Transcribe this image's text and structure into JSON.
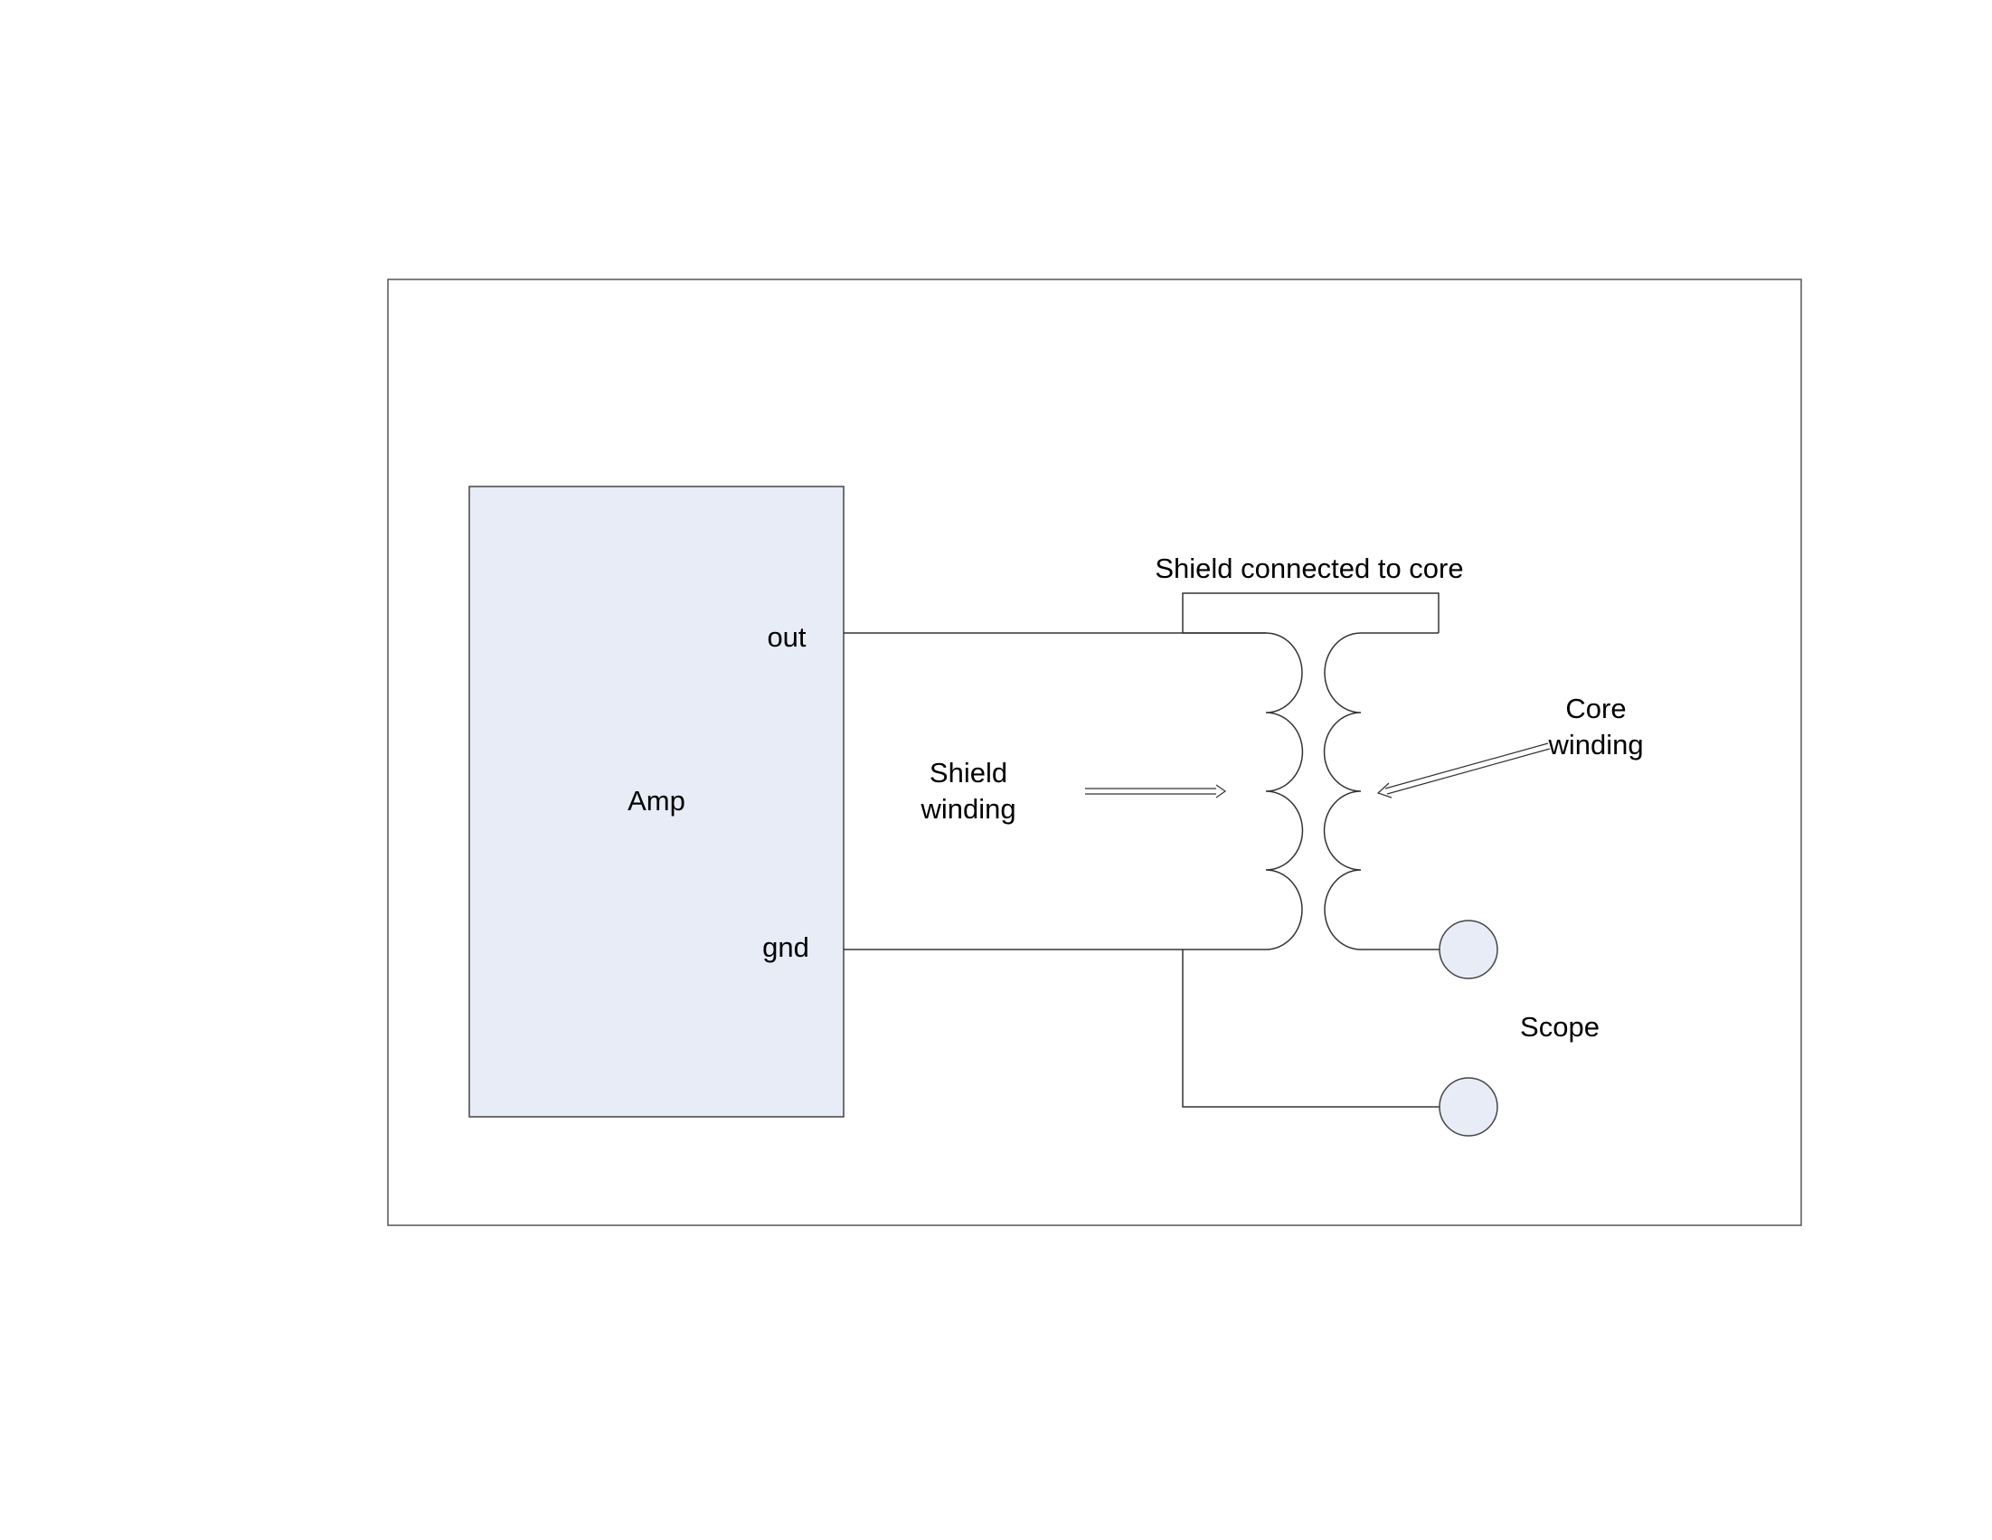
{
  "colors": {
    "amp_fill": "#e8ecf7",
    "terminal_fill": "#e8ecf7",
    "line": "#333333",
    "text": "#000000"
  },
  "amp": {
    "label": "Amp",
    "out_label": "out",
    "gnd_label": "gnd"
  },
  "transformer": {
    "shield_connection_label": "Shield connected to core",
    "shield_winding_label_line1": "Shield",
    "shield_winding_label_line2": "winding",
    "core_winding_label_line1": "Core",
    "core_winding_label_line2": "winding"
  },
  "scope": {
    "label": "Scope"
  }
}
